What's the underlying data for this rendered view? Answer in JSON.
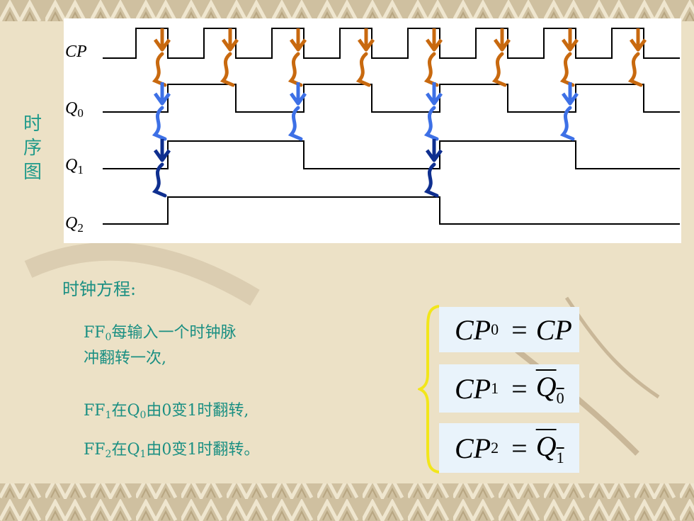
{
  "signals": [
    {
      "name": "CP",
      "sub": ""
    },
    {
      "name": "Q",
      "sub": "0"
    },
    {
      "name": "Q",
      "sub": "1"
    },
    {
      "name": "Q",
      "sub": "2"
    }
  ],
  "vertical_label": [
    "时",
    "序",
    "图"
  ],
  "heading": "时钟方程:",
  "notes": {
    "ff0_prefix": "FF",
    "ff0_sub": "0",
    "ff0_line1": "每输入一个时钟脉",
    "ff0_line2": "冲翻转一次,",
    "ff1_prefix": "FF",
    "ff1_sub": "1",
    "ff1_mid": "在Q",
    "ff1_qsub": "0",
    "ff1_text": "由0变1时翻转,",
    "ff2_prefix": "FF",
    "ff2_sub": "2",
    "ff2_mid": "在Q",
    "ff2_qsub": "1",
    "ff2_text": "由0变1时翻转。"
  },
  "equations": [
    {
      "lhs": "CP",
      "lhs_sub": "0",
      "eq": "=",
      "rhs": "CP",
      "rhs_sub": "",
      "bar": false
    },
    {
      "lhs": "CP",
      "lhs_sub": "1",
      "eq": "=",
      "rhs": "Q",
      "rhs_sub": "0",
      "bar": true
    },
    {
      "lhs": "CP",
      "lhs_sub": "2",
      "eq": "=",
      "rhs": "Q",
      "rhs_sub": "1",
      "bar": true
    }
  ],
  "colors": {
    "cp_arrow": "#c8690f",
    "q0_arrow": "#3d70e6",
    "q1_arrow": "#0f2f8f",
    "label_text": "#1a8f82",
    "brace": "#f2e61a",
    "eq_bg": "#e9f3fb"
  }
}
